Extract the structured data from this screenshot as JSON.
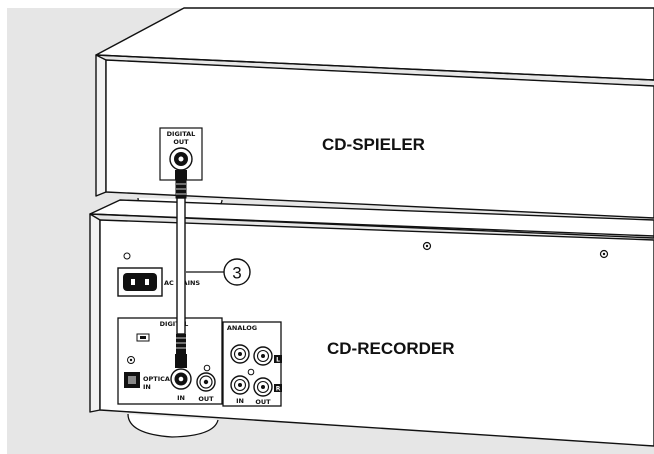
{
  "labels": {
    "player": "CD-SPIELER",
    "recorder": "CD-RECORDER"
  },
  "callout": {
    "number": "3"
  },
  "player_panel": {
    "digital": "DIGITAL",
    "out": "OUT"
  },
  "recorder_panel": {
    "ac_mains": "AC MAINS",
    "digital": "DIGITAL",
    "optical": "OPTICAL",
    "optical_in": "IN",
    "coax_in": "IN",
    "coax_out": "OUT",
    "analog": "ANALOG",
    "analog_in": "IN",
    "analog_out": "OUT",
    "channel_left": "L",
    "channel_right": "R"
  },
  "colors": {
    "background": "#e6e6e6",
    "line": "#111111",
    "panel": "#ffffff"
  }
}
